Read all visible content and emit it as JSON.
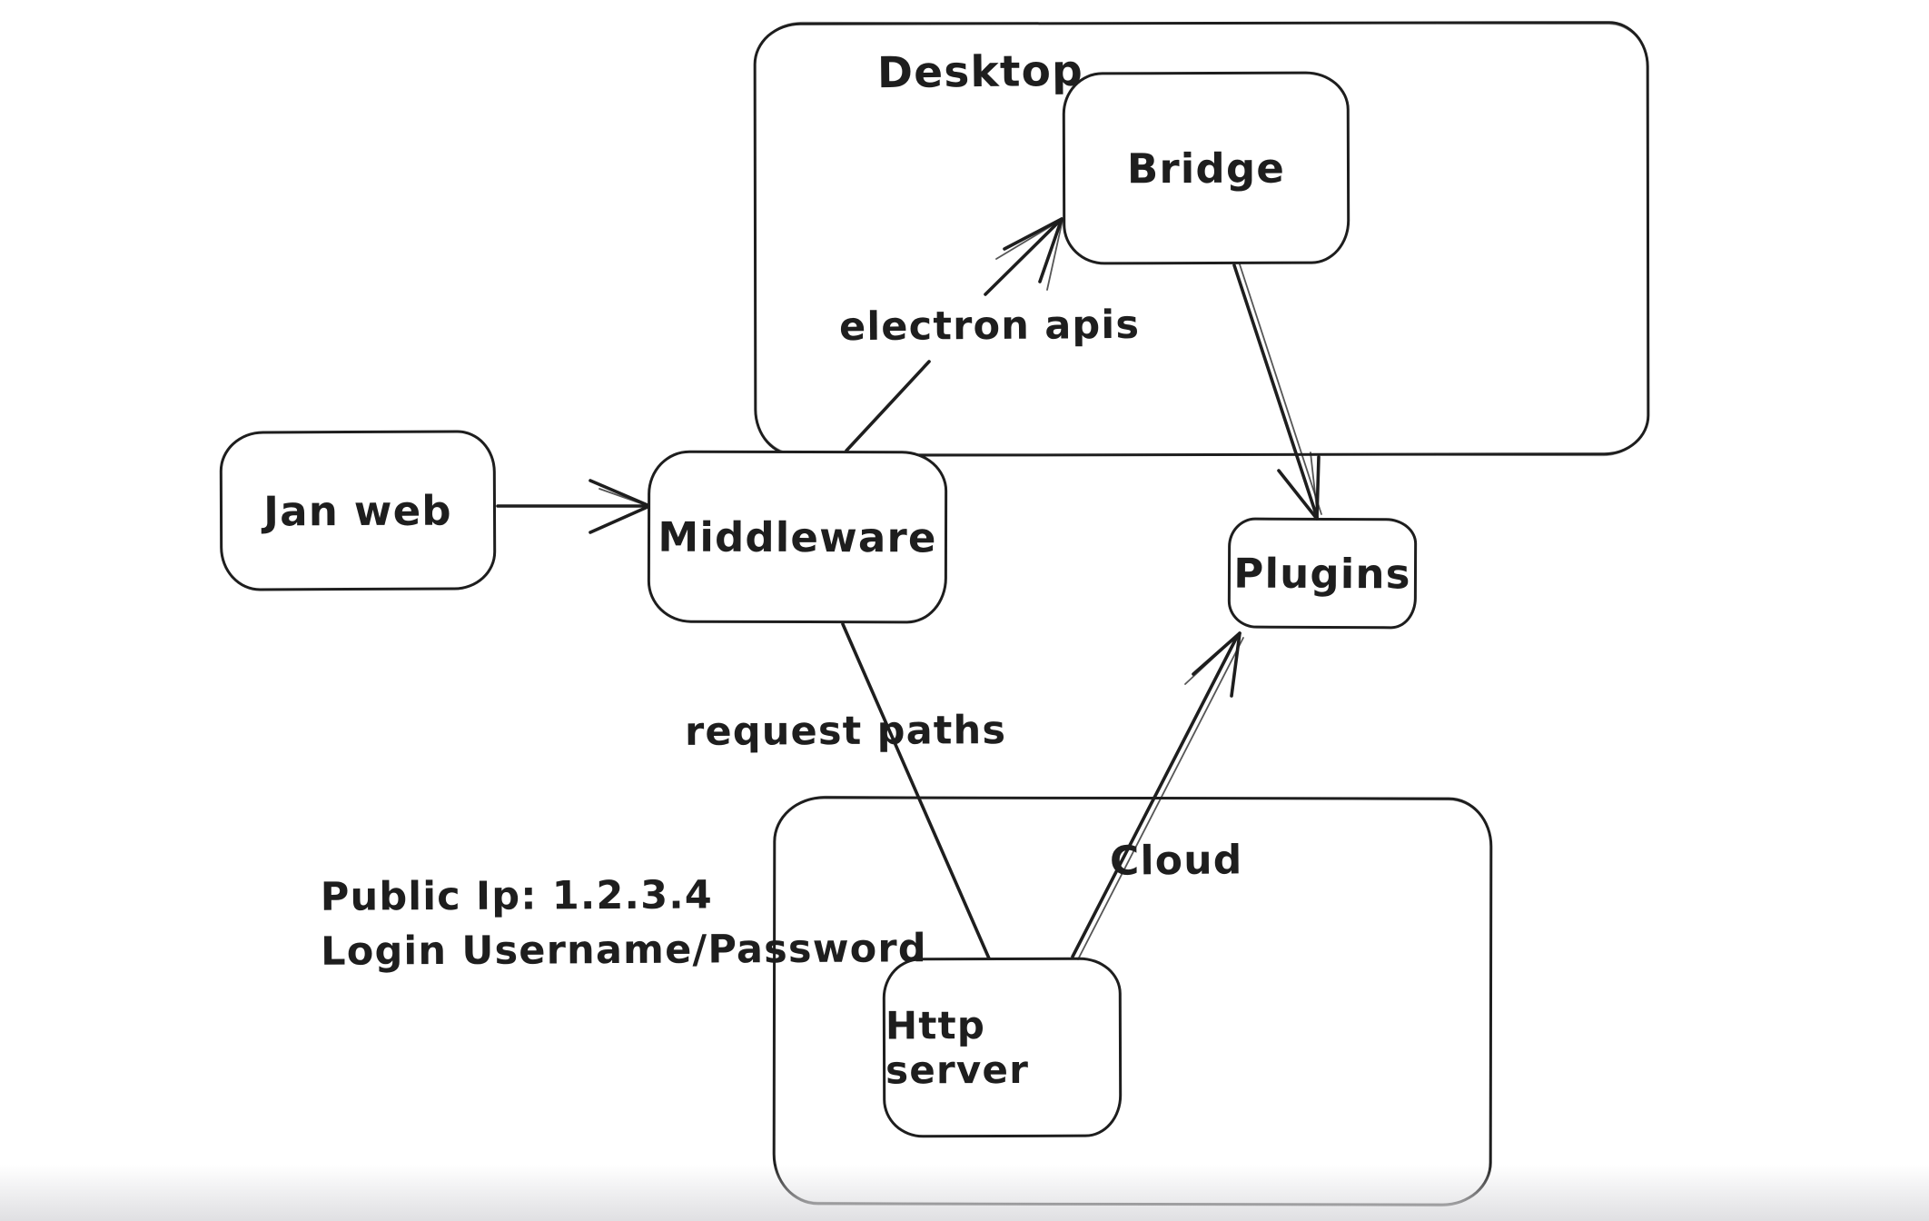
{
  "diagram": {
    "background_color": "#ffffff",
    "stroke_color": "#1e1e1e",
    "containers": [
      {
        "id": "desktop",
        "label": "Desktop"
      },
      {
        "id": "cloud",
        "label": "Cloud"
      }
    ],
    "nodes": [
      {
        "id": "jan-web",
        "label": "Jan web"
      },
      {
        "id": "middleware",
        "label": "Middleware"
      },
      {
        "id": "bridge",
        "label": "Bridge"
      },
      {
        "id": "plugins",
        "label": "Plugins"
      },
      {
        "id": "http-server",
        "label": "Http server"
      }
    ],
    "edges": [
      {
        "from": "Jan web",
        "to": "Middleware",
        "label": "",
        "arrowhead": "chevron"
      },
      {
        "from": "Middleware",
        "to": "Bridge",
        "label": "electron apis",
        "arrowhead": "open"
      },
      {
        "from": "Bridge",
        "to": "Plugins",
        "label": "",
        "arrowhead": "open"
      },
      {
        "from": "Middleware",
        "to": "Http server",
        "label": "request paths",
        "arrowhead": "none"
      },
      {
        "from": "Http server",
        "to": "Plugins",
        "label": "",
        "arrowhead": "open"
      }
    ],
    "annotations": [
      "Public Ip: 1.2.3.4",
      "Login Username/Password"
    ]
  }
}
